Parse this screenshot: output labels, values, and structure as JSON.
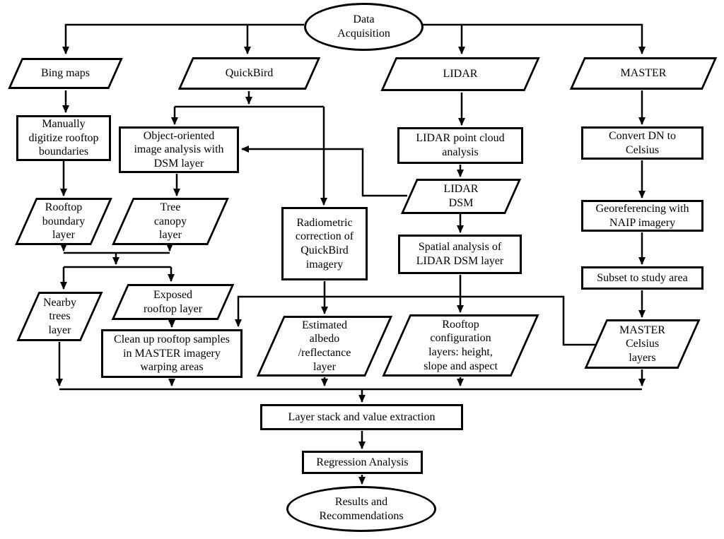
{
  "diagram": {
    "nodes": {
      "data_acquisition": {
        "label": "Data\nAcquisition",
        "shape": "ellipse"
      },
      "bing_maps": {
        "label": "Bing maps",
        "shape": "parallelogram"
      },
      "quickbird": {
        "label": "QuickBird",
        "shape": "parallelogram"
      },
      "lidar": {
        "label": "LIDAR",
        "shape": "parallelogram"
      },
      "master": {
        "label": "MASTER",
        "shape": "parallelogram"
      },
      "manually_digitize": {
        "label": "Manually\ndigitize rooftop\nboundaries",
        "shape": "rectangle"
      },
      "object_oriented": {
        "label": "Object-oriented\nimage analysis with\nDSM layer",
        "shape": "rectangle"
      },
      "lidar_point_cloud": {
        "label": "LIDAR point cloud\nanalysis",
        "shape": "rectangle"
      },
      "convert_dn": {
        "label": "Convert DN to\nCelsius",
        "shape": "rectangle"
      },
      "rooftop_boundary": {
        "label": "Rooftop\nboundary\nlayer",
        "shape": "parallelogram"
      },
      "tree_canopy": {
        "label": "Tree\ncanopy\nlayer",
        "shape": "parallelogram"
      },
      "lidar_dsm": {
        "label": "LIDAR\nDSM",
        "shape": "parallelogram"
      },
      "georeferencing": {
        "label": "Georeferencing with\nNAIP imagery",
        "shape": "rectangle"
      },
      "radiometric": {
        "label": "Radiometric\ncorrection of\nQuickBird\nimagery",
        "shape": "rectangle"
      },
      "spatial_analysis": {
        "label": "Spatial analysis of\nLIDAR DSM layer",
        "shape": "rectangle"
      },
      "subset": {
        "label": "Subset to study area",
        "shape": "rectangle"
      },
      "nearby_trees": {
        "label": "Nearby\ntrees\nlayer",
        "shape": "parallelogram"
      },
      "exposed_rooftop": {
        "label": "Exposed\nrooftop layer",
        "shape": "parallelogram"
      },
      "cleanup": {
        "label": "Clean up rooftop samples\nin MASTER imagery\nwarping areas",
        "shape": "rectangle"
      },
      "estimated_albedo": {
        "label": "Estimated\nalbedo\n/reflectance\nlayer",
        "shape": "parallelogram"
      },
      "rooftop_config": {
        "label": "Rooftop\nconfiguration\nlayers: height,\nslope and aspect",
        "shape": "parallelogram"
      },
      "master_celsius": {
        "label": "MASTER\nCelsius\nlayers",
        "shape": "parallelogram"
      },
      "layer_stack": {
        "label": "Layer stack and value extraction",
        "shape": "rectangle"
      },
      "regression": {
        "label": "Regression Analysis",
        "shape": "rectangle"
      },
      "results": {
        "label": "Results and\nRecommendations",
        "shape": "ellipse"
      }
    },
    "edges": [
      {
        "from": "data_acquisition",
        "to": "bing_maps"
      },
      {
        "from": "data_acquisition",
        "to": "quickbird"
      },
      {
        "from": "data_acquisition",
        "to": "lidar"
      },
      {
        "from": "data_acquisition",
        "to": "master"
      },
      {
        "from": "bing_maps",
        "to": "manually_digitize"
      },
      {
        "from": "manually_digitize",
        "to": "rooftop_boundary"
      },
      {
        "from": "quickbird",
        "to": "object_oriented"
      },
      {
        "from": "quickbird",
        "to": "radiometric"
      },
      {
        "from": "object_oriented",
        "to": "tree_canopy"
      },
      {
        "from": "lidar_dsm",
        "to": "object_oriented"
      },
      {
        "from": "lidar",
        "to": "lidar_point_cloud"
      },
      {
        "from": "lidar_point_cloud",
        "to": "lidar_dsm"
      },
      {
        "from": "lidar_dsm",
        "to": "spatial_analysis"
      },
      {
        "from": "spatial_analysis",
        "to": "rooftop_config"
      },
      {
        "from": "master",
        "to": "convert_dn"
      },
      {
        "from": "convert_dn",
        "to": "georeferencing"
      },
      {
        "from": "georeferencing",
        "to": "subset"
      },
      {
        "from": "subset",
        "to": "master_celsius"
      },
      {
        "from": "rooftop_boundary",
        "to": "nearby_trees"
      },
      {
        "from": "rooftop_boundary",
        "to": "exposed_rooftop"
      },
      {
        "from": "tree_canopy",
        "to": "nearby_trees"
      },
      {
        "from": "tree_canopy",
        "to": "exposed_rooftop"
      },
      {
        "from": "exposed_rooftop",
        "to": "cleanup"
      },
      {
        "from": "master_celsius",
        "to": "cleanup"
      },
      {
        "from": "radiometric",
        "to": "estimated_albedo"
      },
      {
        "from": "nearby_trees",
        "to": "layer_stack"
      },
      {
        "from": "cleanup",
        "to": "layer_stack"
      },
      {
        "from": "estimated_albedo",
        "to": "layer_stack"
      },
      {
        "from": "rooftop_config",
        "to": "layer_stack"
      },
      {
        "from": "master_celsius",
        "to": "layer_stack"
      },
      {
        "from": "layer_stack",
        "to": "regression"
      },
      {
        "from": "regression",
        "to": "results"
      }
    ],
    "colors": {
      "stroke": "#000000",
      "background": "#ffffff",
      "text": "#000000"
    }
  }
}
